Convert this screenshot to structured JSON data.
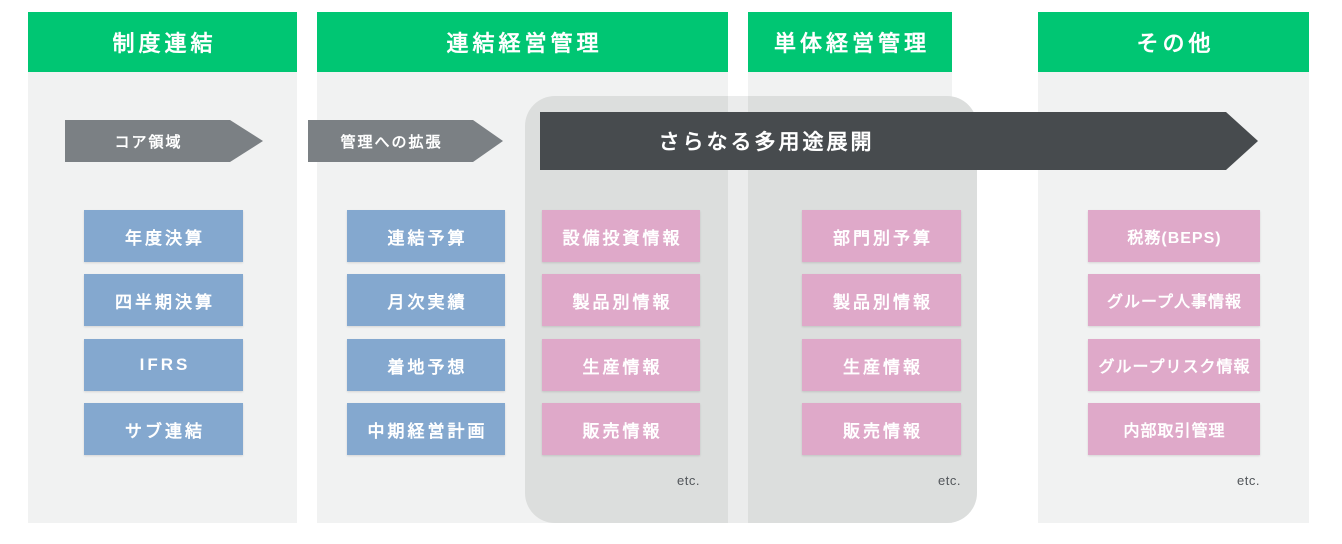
{
  "palette": {
    "green": "#00C673",
    "blue": "#84A8CF",
    "pink": "#DFA9C9",
    "dark": "#474B4E",
    "gray_arrow": "#7B8084",
    "panel": "#F1F2F2",
    "zone": "#DCDEDD",
    "zone_gap": "#EBECEC",
    "etc_text": "#53575B"
  },
  "headers": [
    {
      "label": "制度連結"
    },
    {
      "label": "連結経営管理"
    },
    {
      "label": "単体経営管理"
    },
    {
      "label": "その他"
    }
  ],
  "arrows": {
    "core": "コア領域",
    "extension": "管理への拡張",
    "expansion": "さらなる多用途展開"
  },
  "columns": [
    {
      "type": "blue",
      "items": [
        "年度決算",
        "四半期決算",
        "IFRS",
        "サブ連結"
      ]
    },
    {
      "type": "blue",
      "items": [
        "連結予算",
        "月次実績",
        "着地予想",
        "中期経営計画"
      ]
    },
    {
      "type": "pink",
      "items": [
        "設備投資情報",
        "製品別情報",
        "生産情報",
        "販売情報"
      ],
      "footer": "etc."
    },
    {
      "type": "pink",
      "items": [
        "部門別予算",
        "製品別情報",
        "生産情報",
        "販売情報"
      ],
      "footer": "etc."
    },
    {
      "type": "pink",
      "items": [
        "税務(BEPS)",
        "グループ人事情報",
        "グループリスク情報",
        "内部取引管理"
      ],
      "footer": "etc."
    }
  ]
}
